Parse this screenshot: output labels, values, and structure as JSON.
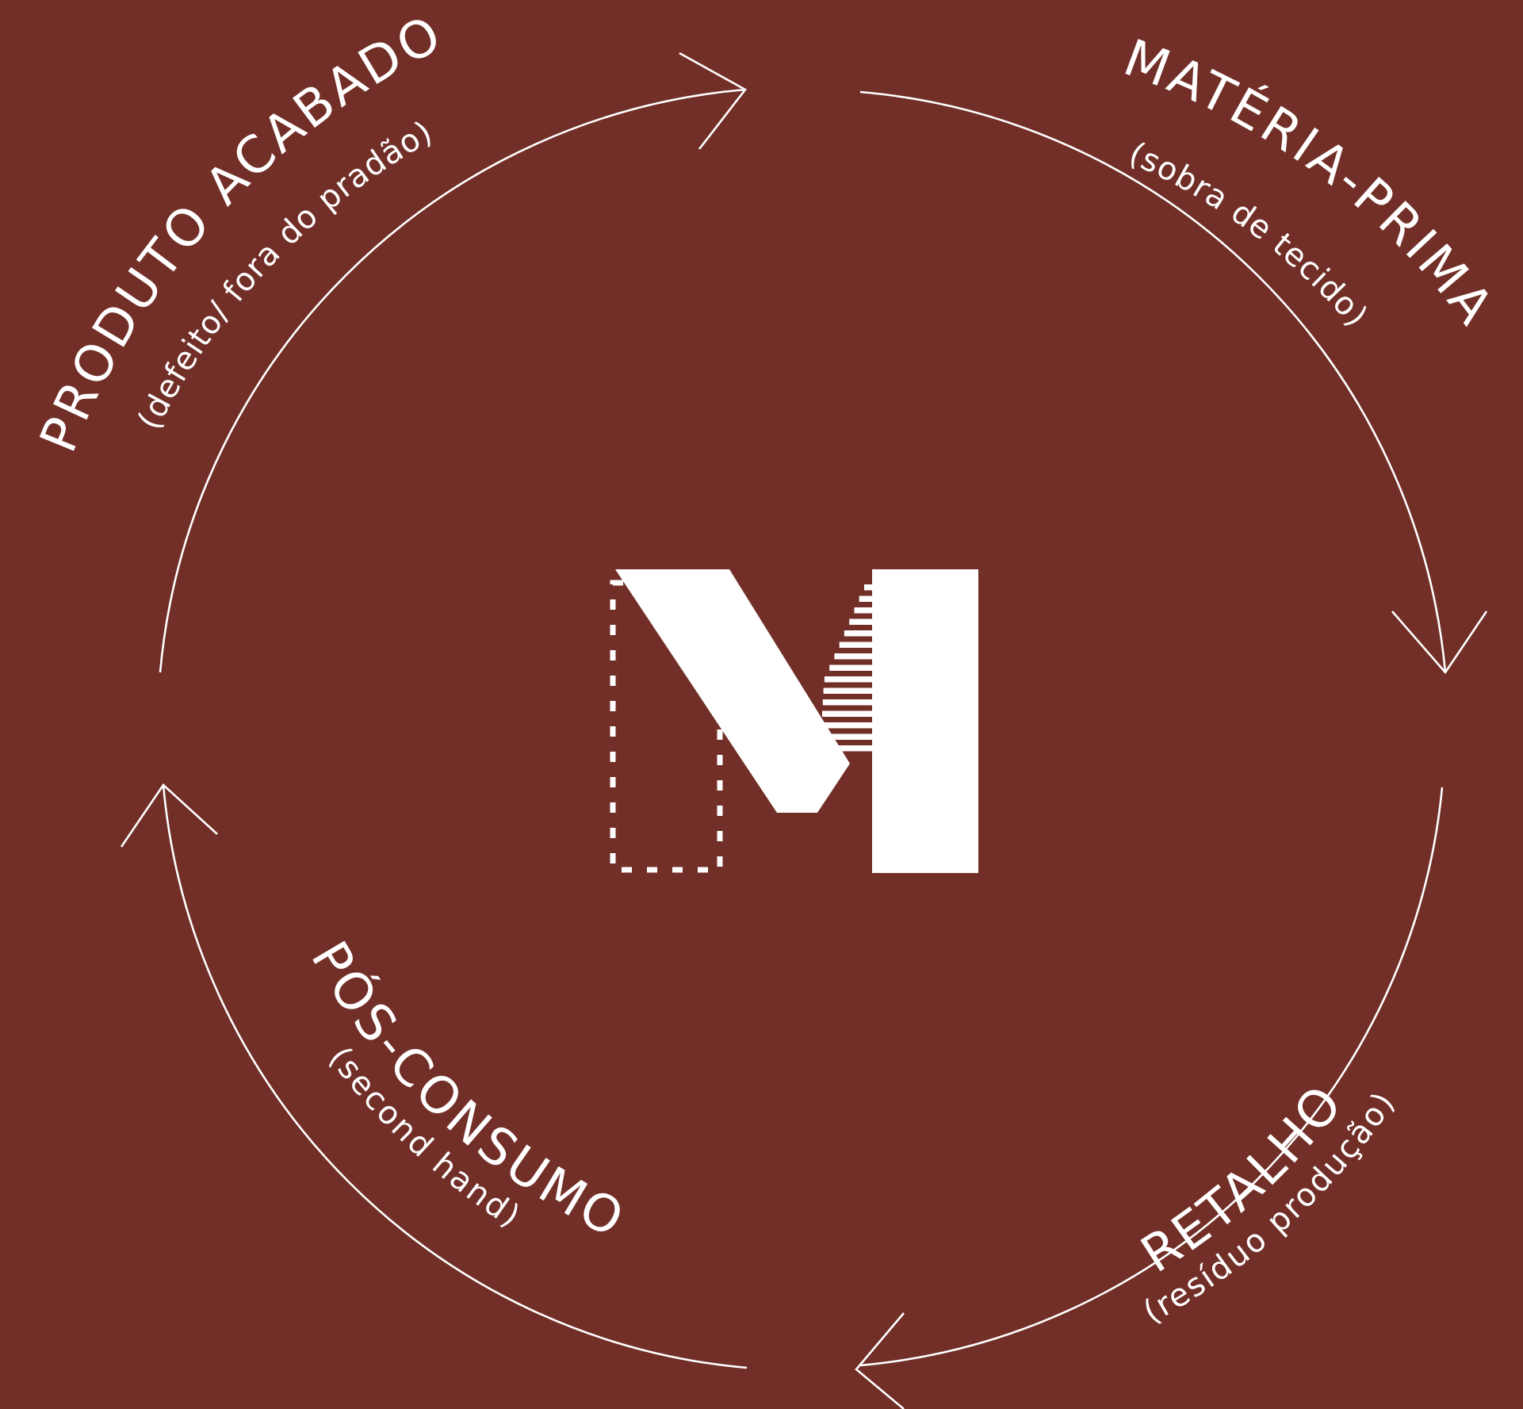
{
  "colors": {
    "background": "#722f28",
    "foreground": "#ffffff"
  },
  "cycle": {
    "materia_prima": {
      "title": "MATÉRIA-PRIMA",
      "subtitle": "(sobra de tecido)"
    },
    "retalho": {
      "title": "RETALHO",
      "subtitle": "(resíduo produção)"
    },
    "pos_consumo": {
      "title": "PÓS-CONSUMO",
      "subtitle": "(second hand)"
    },
    "produto_acabado": {
      "title": "PRODUTO ACABADO",
      "subtitle": "(defeito/ fora do pradão)"
    }
  },
  "logo": {
    "icon": "m-logo-icon"
  }
}
